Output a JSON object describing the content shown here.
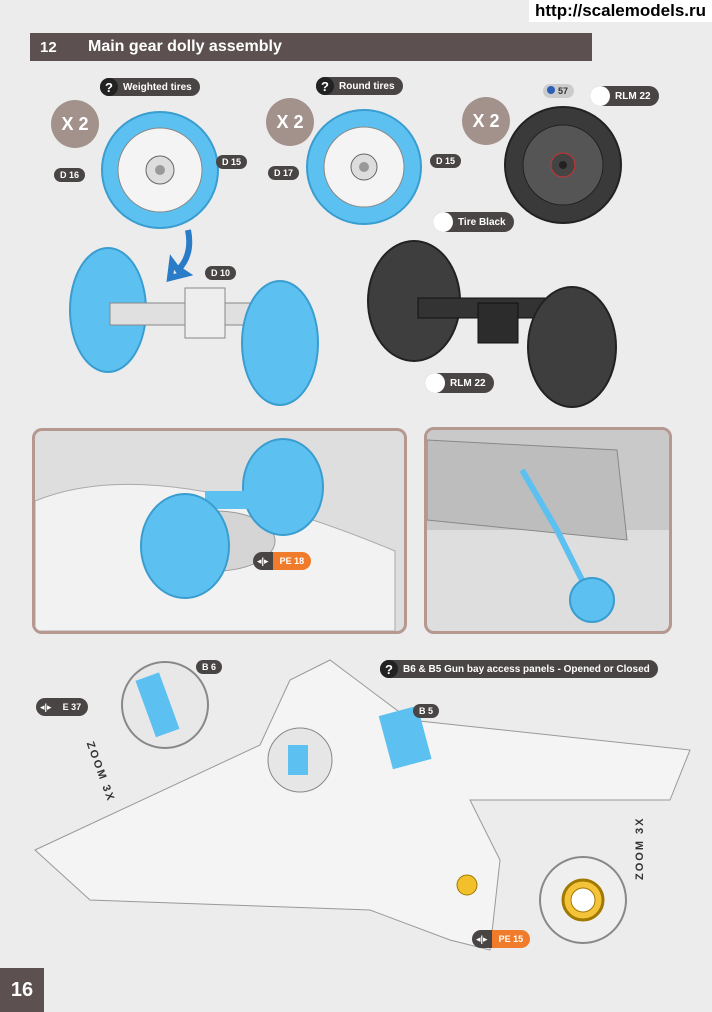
{
  "watermark": "http://scalemodels.ru",
  "header": {
    "step_number": "12",
    "title": "Main gear dolly assembly"
  },
  "options": {
    "weighted": "Weighted tires",
    "round": "Round tires",
    "gun_bay": "B6 & B5 Gun bay access panels - Opened or Closed"
  },
  "multipliers": {
    "a": "X 2",
    "b": "X 2",
    "c": "X 2"
  },
  "parts": {
    "d16": "D 16",
    "d15a": "D 15",
    "d17": "D 17",
    "d15b": "D 15",
    "d10": "D 10",
    "b6": "B 6",
    "b5": "B 5",
    "e37": "E 37",
    "pe18": "PE 18",
    "pe15": "PE 15",
    "c57": "57"
  },
  "paints": {
    "rlm22a": "RLM 22",
    "tire_black": "Tire Black",
    "rlm22b": "RLM 22"
  },
  "zoom": {
    "left": "ZOOM 3X",
    "right": "ZOOM 3X"
  },
  "page": {
    "number": "16"
  },
  "colors": {
    "part_blue": "#5cc0f0",
    "accent_orange": "#f07b2a",
    "header_bg": "#5c5150",
    "tire_gray": "#3a3a3a"
  }
}
